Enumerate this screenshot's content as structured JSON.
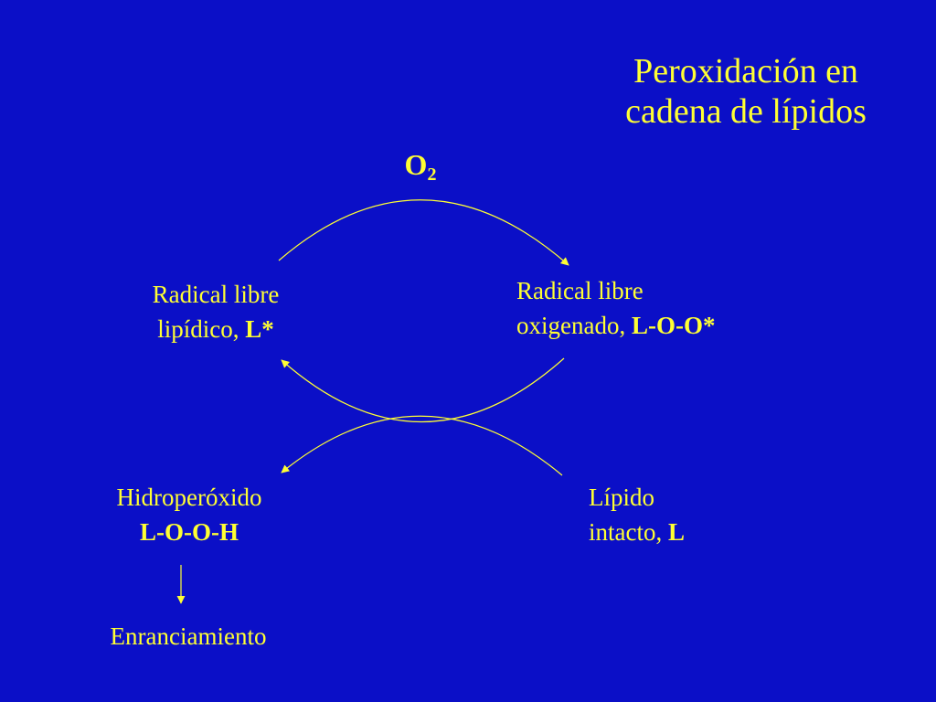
{
  "title": {
    "line1": "Peroxidación en",
    "line2": "cadena de lípidos"
  },
  "oxygen": {
    "symbol": "O",
    "subscript": "2"
  },
  "nodes": {
    "lipid_radical": {
      "line1": "Radical libre",
      "line2_text": "lipídico, ",
      "line2_formula": "L*"
    },
    "oxygenated_radical": {
      "line1": "Radical libre",
      "line2_text": "oxigenado, ",
      "line2_formula": "L-O-O*"
    },
    "hydroperoxide": {
      "line1": "Hidroperóxido",
      "line2_formula": "L-O-O-H"
    },
    "intact_lipid": {
      "line1": "Lípido",
      "line2_text": "intacto, ",
      "line2_formula": "L"
    },
    "rancidity": {
      "label": "Enranciamiento"
    }
  },
  "colors": {
    "background": "#0b0fc7",
    "foreground": "#ffff33"
  }
}
